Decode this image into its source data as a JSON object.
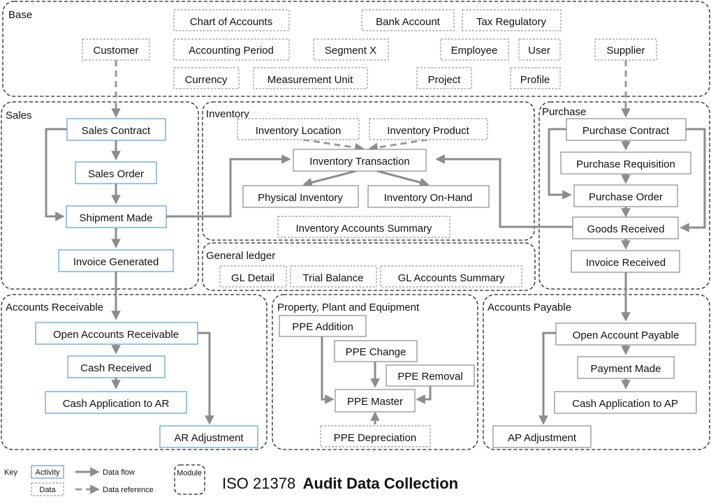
{
  "modules": {
    "base": "Base",
    "sales": "Sales",
    "inventory": "Inventory",
    "purchase": "Purchase",
    "general_ledger": "General ledger",
    "accounts_receivable": "Accounts Receivable",
    "ppe": "Property, Plant and Equipment",
    "accounts_payable": "Accounts Payable"
  },
  "base": {
    "customer": "Customer",
    "chart_of_accounts": "Chart of Accounts",
    "accounting_period": "Accounting Period",
    "currency": "Currency",
    "measurement_unit": "Measurement Unit",
    "segment_x": "Segment X",
    "bank_account": "Bank Account",
    "tax_regulatory": "Tax Regulatory",
    "employee": "Employee",
    "user": "User",
    "project": "Project",
    "profile": "Profile",
    "supplier": "Supplier"
  },
  "sales": {
    "contract": "Sales Contract",
    "order": "Sales Order",
    "shipment": "Shipment Made",
    "invoice": "Invoice Generated"
  },
  "inventory": {
    "location": "Inventory Location",
    "product": "Inventory Product",
    "transaction": "Inventory Transaction",
    "physical": "Physical Inventory",
    "onhand": "Inventory On-Hand",
    "summary": "Inventory Accounts Summary"
  },
  "purchase": {
    "contract": "Purchase Contract",
    "requisition": "Purchase Requisition",
    "order": "Purchase Order",
    "goods": "Goods Received",
    "invoice": "Invoice Received"
  },
  "gl": {
    "detail": "GL Detail",
    "trial": "Trial Balance",
    "summary": "GL Accounts Summary"
  },
  "ar": {
    "open": "Open Accounts Receivable",
    "cash": "Cash Received",
    "application": "Cash Application to AR",
    "adjustment": "AR Adjustment"
  },
  "ppe": {
    "addition": "PPE Addition",
    "change": "PPE Change",
    "removal": "PPE Removal",
    "master": "PPE Master",
    "depreciation": "PPE Depreciation"
  },
  "ap": {
    "open": "Open Account Payable",
    "payment": "Payment Made",
    "application": "Cash Application to AP",
    "adjustment": "AP Adjustment"
  },
  "key": {
    "label": "Key",
    "activity": "Activity",
    "data": "Data",
    "data_flow": "Data flow",
    "data_reference": "Data reference",
    "module": "Module"
  },
  "footer": {
    "standard": "ISO 21378",
    "title": "Audit Data Collection"
  }
}
